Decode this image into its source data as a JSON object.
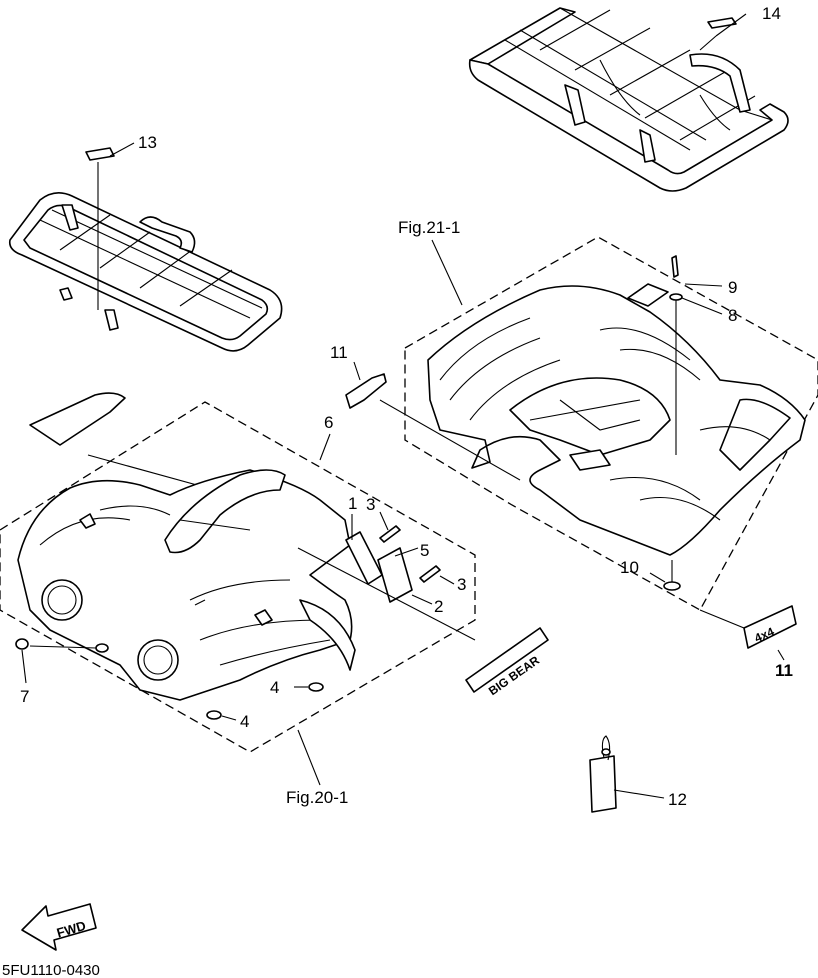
{
  "diagram": {
    "figure_refs": {
      "fig_21": "Fig.21-1",
      "fig_20": "Fig.20-1"
    },
    "callouts": {
      "c1": "1",
      "c2": "2",
      "c3a": "3",
      "c3b": "3",
      "c4a": "4",
      "c4b": "4",
      "c5": "5",
      "c6": "6",
      "c7": "7",
      "c8": "8",
      "c9": "9",
      "c10": "10",
      "c11a": "11",
      "c11b": "11",
      "c12": "12",
      "c13": "13",
      "c14": "14"
    },
    "fwd_label": "FWD",
    "drawing_code": "5FU1110-0430",
    "emblem_text": "BIG BEAR",
    "badge_text": "4x4"
  }
}
